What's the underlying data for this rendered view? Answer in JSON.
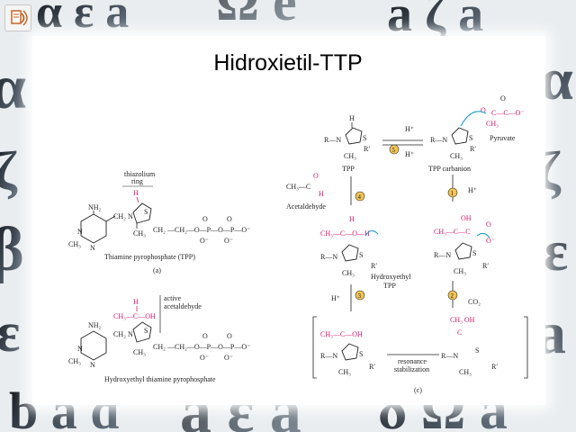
{
  "slide": {
    "title": "Hidroxietil-TTP"
  },
  "icons": {
    "corner": "audio-icon"
  },
  "colors": {
    "magenta": "#d6166c",
    "cyan": "#1a9fd0",
    "step_circle": "#f3c453"
  },
  "diagram_a": {
    "ring_label_1": "thiazolium",
    "ring_label_2": "ring",
    "caption": "Thiamine pyrophosphate (TPP)",
    "panel": "(a)"
  },
  "diagram_b": {
    "brace_label_1": "active",
    "brace_label_2": "acetaldehyde",
    "caption": "Hydroxyethyl thiamine pyrophosphate"
  },
  "diagram_c": {
    "tpp": "TPP",
    "tpp_carbanion": "TPP carbanion",
    "pyruvate": "Pyruvate",
    "acetaldehyde": "Acetaldehyde",
    "hydroxyethyl_1": "Hydroxyethyl",
    "hydroxyethyl_2": "TPP",
    "resonance_1": "resonance",
    "resonance_2": "stabilization",
    "panel": "(c)",
    "hplus": "H⁺",
    "co2": "CO₂",
    "steps": [
      "1",
      "2",
      "3",
      "4",
      "5"
    ]
  }
}
